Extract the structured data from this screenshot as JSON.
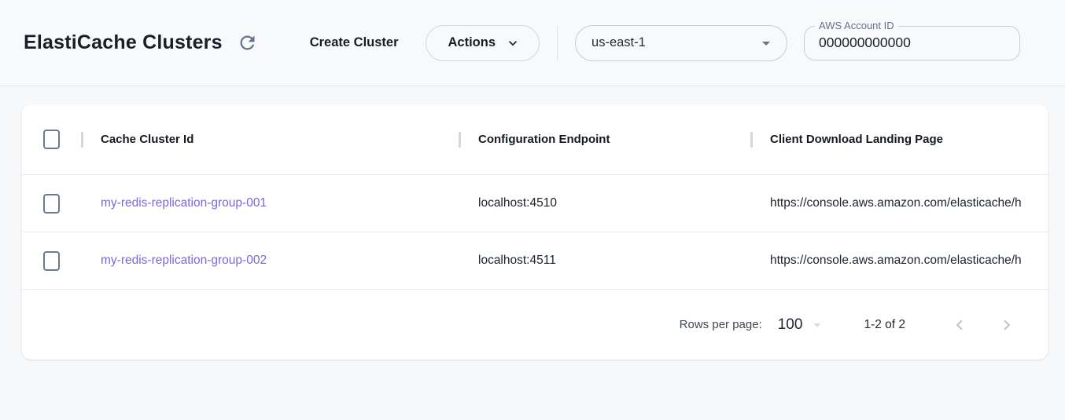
{
  "header": {
    "title": "ElastiCache Clusters",
    "create_cluster_label": "Create Cluster",
    "actions_label": "Actions",
    "region_selected": "us-east-1",
    "account_field": {
      "label": "AWS Account ID",
      "value": "000000000000"
    }
  },
  "table": {
    "columns": [
      "Cache Cluster Id",
      "Configuration Endpoint",
      "Client Download Landing Page"
    ],
    "rows": [
      {
        "cache_cluster_id": "my-redis-replication-group-001",
        "configuration_endpoint": "localhost:4510",
        "client_download_landing_page": "https://console.aws.amazon.com/elasticache/h"
      },
      {
        "cache_cluster_id": "my-redis-replication-group-002",
        "configuration_endpoint": "localhost:4511",
        "client_download_landing_page": "https://console.aws.amazon.com/elasticache/h"
      }
    ]
  },
  "pagination": {
    "rows_per_page_label": "Rows per page:",
    "rows_per_page_value": "100",
    "range_label": "1-2 of 2"
  },
  "icons": {
    "refresh": "circular-arrow-clockwise",
    "actions_chevron": "chevron-down",
    "region_caret": "triangle-down",
    "rows_per_page_caret": "triangle-down",
    "prev": "chevron-left",
    "next": "chevron-right"
  },
  "colors": {
    "link": "#7769dd",
    "checkbox_border": "#6b7a8e",
    "icon_gray": "#64748b",
    "disabled_icon": "#c2c6cb",
    "page_bg": "#f7f8fa",
    "card_bg": "#ffffff"
  }
}
